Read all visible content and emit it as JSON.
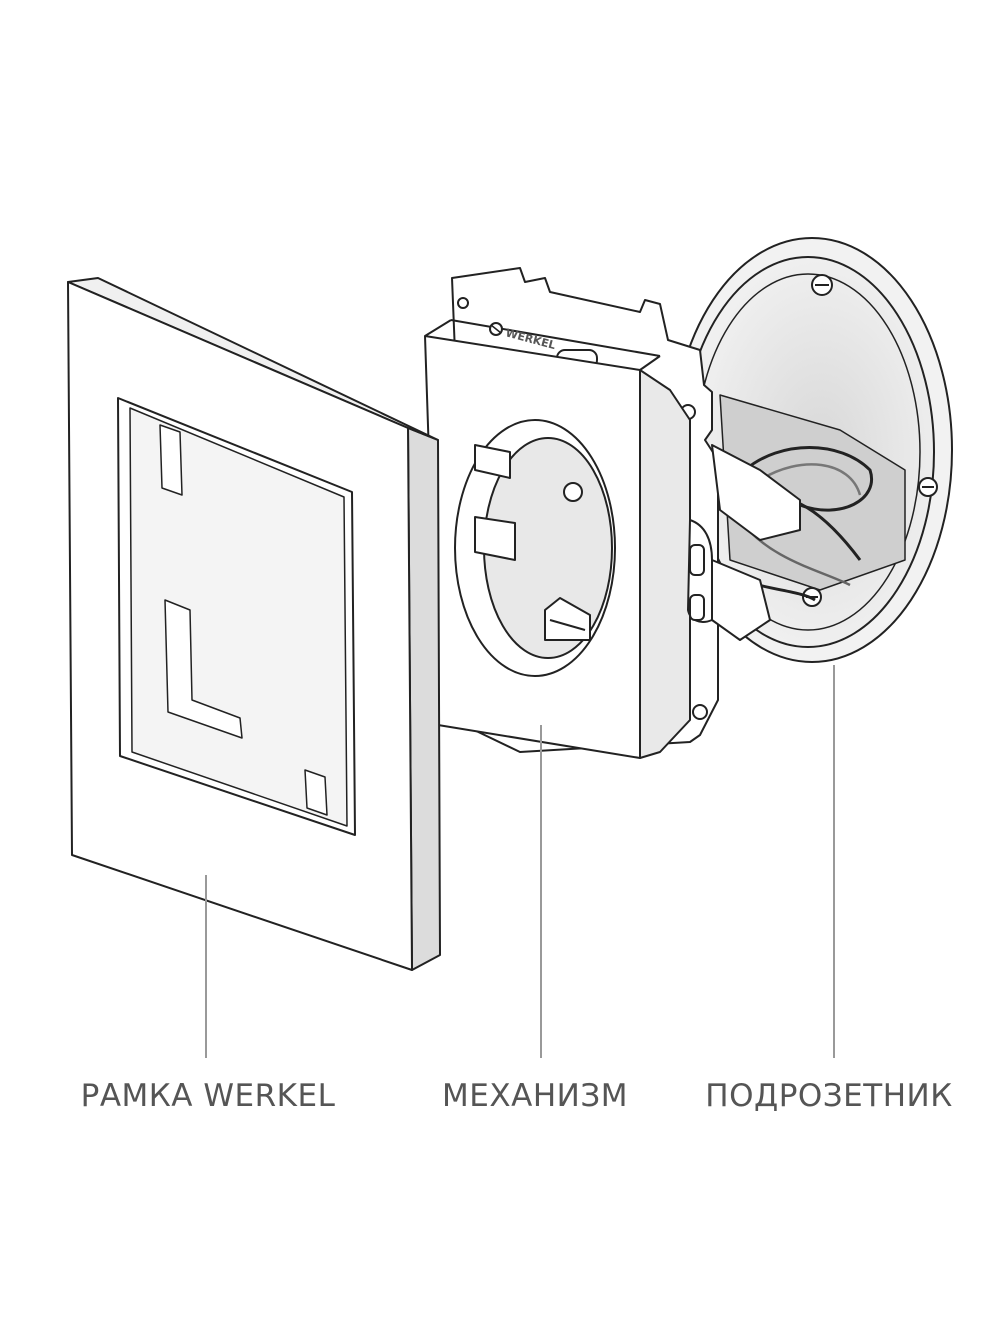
{
  "components": [
    {
      "label": "РАМКА WERKEL"
    },
    {
      "label": "МЕХАНИЗМ"
    },
    {
      "label": "ПОДРОЗЕТНИК"
    }
  ],
  "mechanism_brand": "WERKEL",
  "colors": {
    "line": "#222222",
    "label": "#555555",
    "fill": "#ffffff",
    "shade": "#e9e9e9",
    "leader": "#999999"
  }
}
